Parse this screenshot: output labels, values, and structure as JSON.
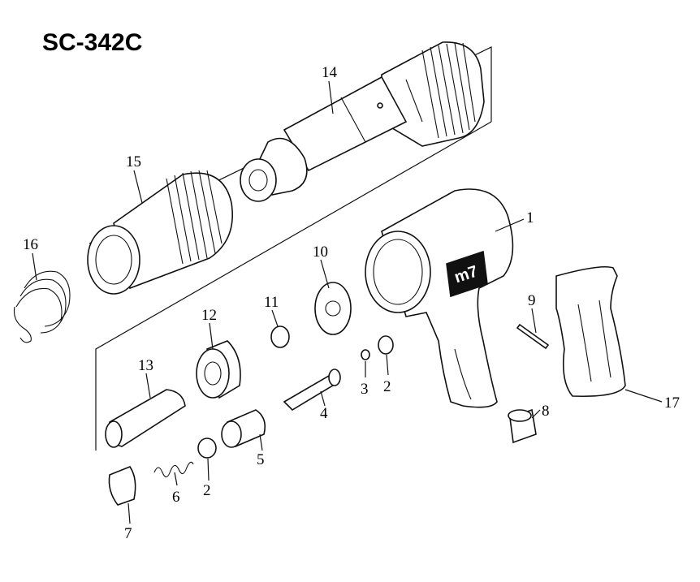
{
  "model": "SC-342C",
  "logo_text": "m7",
  "callouts": {
    "p1": "1",
    "p2a": "2",
    "p2b": "2",
    "p3": "3",
    "p4": "4",
    "p5": "5",
    "p6": "6",
    "p7": "7",
    "p8": "8",
    "p9": "9",
    "p10": "10",
    "p11": "11",
    "p12": "12",
    "p13": "13",
    "p14": "14",
    "p15": "15",
    "p16": "16",
    "p17": "17"
  }
}
